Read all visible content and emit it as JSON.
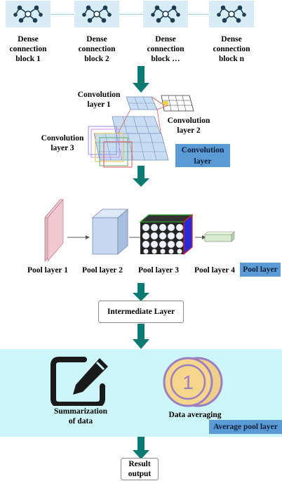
{
  "dense_blocks": [
    {
      "label": "Dense connection block 1",
      "lines": [
        "Dense",
        "connection",
        "block 1"
      ]
    },
    {
      "label": "Dense connection block 2",
      "lines": [
        "Dense",
        "connection",
        "block 2"
      ]
    },
    {
      "label": "Dense connection block …",
      "lines": [
        "Dense",
        "connection",
        "block …"
      ]
    },
    {
      "label": "Dense connection block n",
      "lines": [
        "Dense",
        "connection",
        "block n"
      ]
    }
  ],
  "convolution": {
    "layer1": [
      "Convolution",
      "layer 1"
    ],
    "layer2": [
      "Convolution",
      "layer 2"
    ],
    "layer3": [
      "Convolution",
      "layer 3"
    ],
    "tag": [
      "Convolution",
      "layer"
    ]
  },
  "pool": {
    "layers": [
      "Pool layer 1",
      "Pool layer 2",
      "Pool layer 3",
      "Pool layer 4"
    ],
    "tag": "Pool layer"
  },
  "intermediate": "Intermediate Layer",
  "average": {
    "summarization": [
      "Summarization",
      "of data"
    ],
    "averaging": "Data averaging",
    "coin_value": "1",
    "tag": "Average pool layer"
  },
  "result": [
    "Result",
    "output"
  ],
  "colors": {
    "arrow": "#0b7a72",
    "tag_bg": "#5b9bd5",
    "band_bg": "#ccf6fa",
    "coin": "#f6d58c",
    "coin_outline": "#9b7fc2"
  }
}
